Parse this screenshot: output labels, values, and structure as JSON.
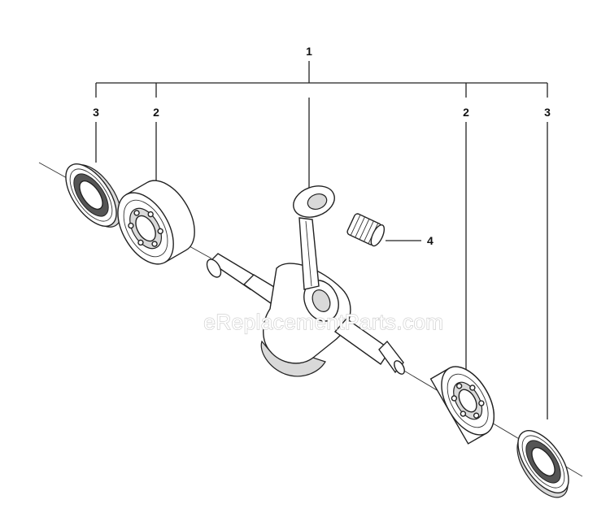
{
  "diagram": {
    "callouts": {
      "crankshaft": "1",
      "bearing_left": "2",
      "bearing_right": "2",
      "seal_left": "3",
      "seal_right": "3",
      "needle_bearing": "4"
    },
    "watermark": "eReplacementParts.com"
  }
}
